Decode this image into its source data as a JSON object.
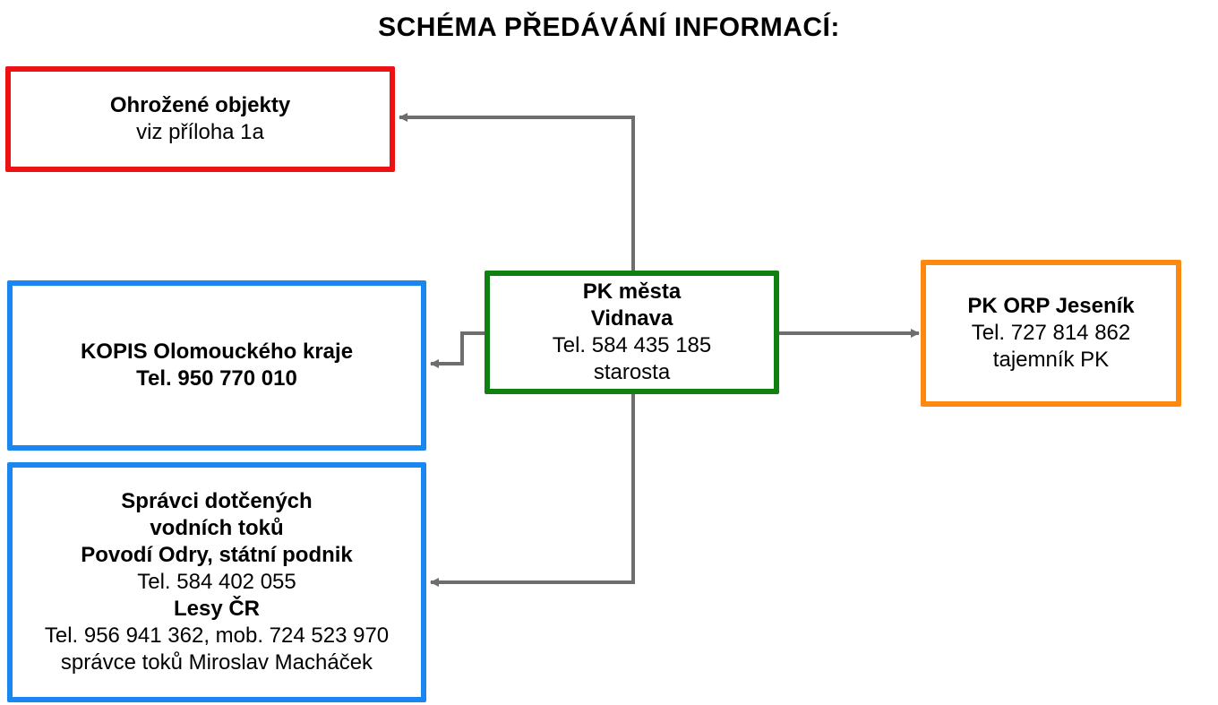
{
  "title": "SCHÉMA PŘEDÁVÁNÍ INFORMACÍ:",
  "colors": {
    "threatened_border": "#ee1111",
    "kopis_border": "#1a86f0",
    "managers_border": "#1a86f0",
    "center_border": "#108010",
    "orp_border": "#ff8811",
    "connector": "#6e6e6e"
  },
  "nodes": {
    "threatened": {
      "line1": "Ohrožené objekty",
      "line2": "viz příloha 1a"
    },
    "kopis": {
      "line1": "KOPIS Olomouckého kraje",
      "line2": "Tel. 950 770 010"
    },
    "managers": {
      "line1": "Správci dotčených",
      "line2": "vodních toků",
      "line3": "Povodí Odry, státní podnik",
      "line4": "Tel. 584 402 055",
      "line5": "Lesy ČR",
      "line6": "Tel. 956 941 362, mob. 724 523 970",
      "line7": "správce toků Miroslav Macháček"
    },
    "center": {
      "line1": "PK města",
      "line2": "Vidnava",
      "line3": "Tel. 584 435 185",
      "line4": "starosta"
    },
    "orp": {
      "line1": "PK ORP Jeseník",
      "line2": "Tel. 727 814 862",
      "line3": "tajemník PK"
    }
  }
}
